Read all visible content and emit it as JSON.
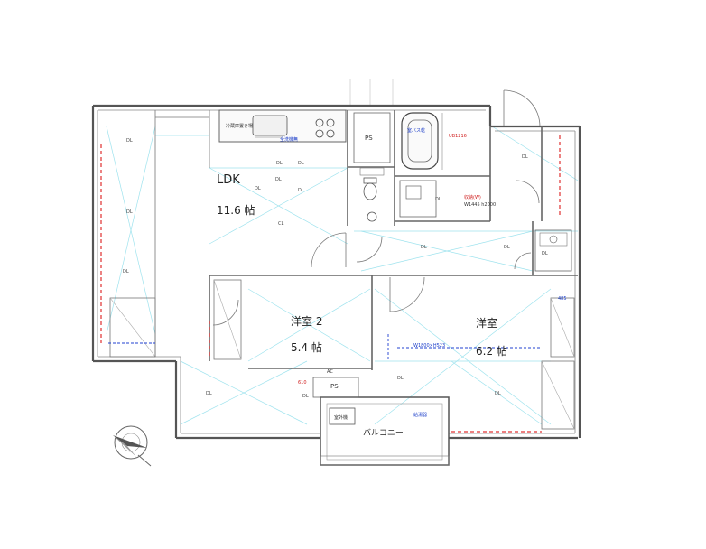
{
  "rooms": {
    "ldk": {
      "name": "LDK",
      "size": "11.6 帖"
    },
    "western2": {
      "name": "洋室 2",
      "size": "5.4 帖"
    },
    "western1": {
      "name": "洋室",
      "size": "6.2 帖"
    },
    "balcony": {
      "name": "バルコニー"
    }
  },
  "labels": {
    "ps_upper": "PS",
    "ps_lower": "PS",
    "bath": "室バス乾",
    "washer": "全洗機無",
    "fridge": "冷蔵庫置き場",
    "water_heater": "給湯器",
    "outdoor_unit": "室外機",
    "bath_window": "UB1216",
    "dim_485": "485",
    "dim_610": "610",
    "ac": "AC",
    "wardrobe_red": "収納(W)",
    "wardrobe_dim": "W1445 h2000",
    "window_dim": "W1800×H523",
    "cl": "CL",
    "dl": "DL"
  },
  "compass": {
    "icon": "north-arrow-icon"
  }
}
